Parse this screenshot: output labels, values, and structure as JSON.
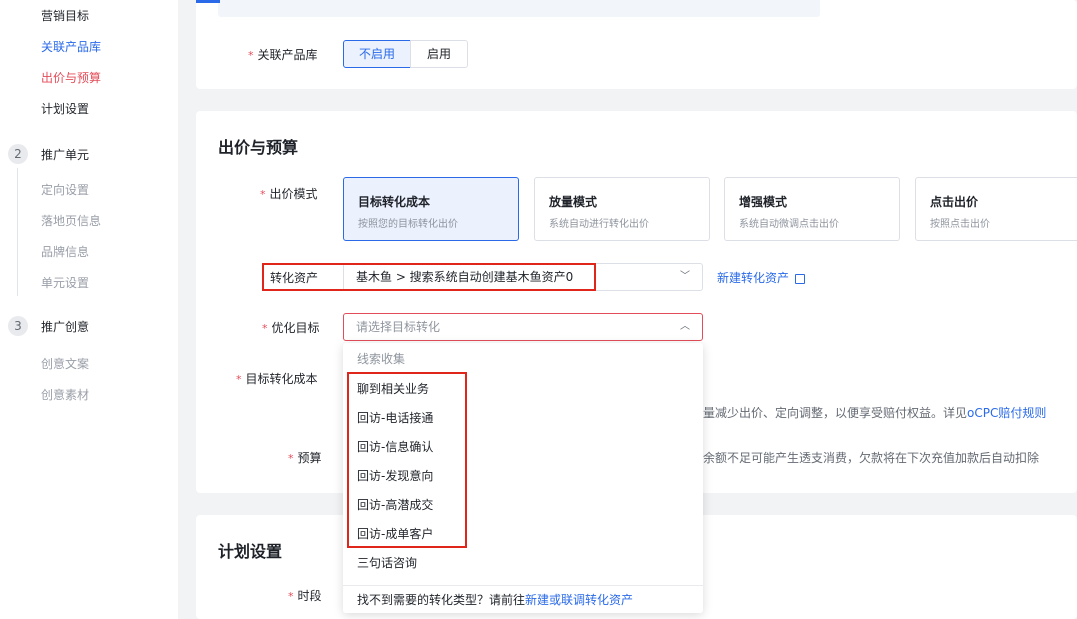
{
  "sidebar": {
    "items_top": [
      {
        "label": "营销目标",
        "state": "dark"
      },
      {
        "label": "关联产品库",
        "state": "link"
      },
      {
        "label": "出价与预算",
        "state": "active"
      },
      {
        "label": "计划设置",
        "state": "dark"
      }
    ],
    "step2": {
      "num": "2",
      "label": "推广单元",
      "items": [
        "定向设置",
        "落地页信息",
        "品牌信息",
        "单元设置"
      ]
    },
    "step3": {
      "num": "3",
      "label": "推广创意",
      "items": [
        "创意文案",
        "创意素材"
      ]
    }
  },
  "product_lib": {
    "label": "关联产品库",
    "options": [
      "不启用",
      "启用"
    ],
    "selected": "不启用"
  },
  "bid_section": {
    "title": "出价与预算",
    "bid_mode_label": "出价模式",
    "modes": [
      {
        "title": "目标转化成本",
        "desc": "按照您的目标转化出价",
        "selected": true
      },
      {
        "title": "放量模式",
        "desc": "系统自动进行转化出价",
        "selected": false
      },
      {
        "title": "增强模式",
        "desc": "系统自动微调点击出价",
        "selected": false
      },
      {
        "title": "点击出价",
        "desc": "按照点击出价",
        "selected": false
      }
    ],
    "asset_label": "转化资产",
    "asset_value": "基木鱼 > 搜索系统自动创建基木鱼资产0",
    "new_asset_link": "新建转化资产",
    "optimize_label": "优化目标",
    "optimize_placeholder": "请选择目标转化",
    "target_cost_label": "目标转化成本",
    "target_cost_hint_pre": "量减少出价、定向调整，以便享受赔付权益。详见",
    "target_cost_hint_link": "oCPC赔付规则",
    "budget_label": "预算",
    "budget_hint": "余额不足可能产生透支消费，欠款将在下次充值加款后自动扣除"
  },
  "dropdown": {
    "group": "线索收集",
    "options": [
      "聊到相关业务",
      "回访-电话接通",
      "回访-信息确认",
      "回访-发现意向",
      "回访-高潜成交",
      "回访-成单客户",
      "三句话咨询"
    ],
    "footer_text": "找不到需要的转化类型？请前往",
    "footer_link": "新建或联调转化资产"
  },
  "plan_section": {
    "title": "计划设置",
    "time_label": "时段"
  },
  "colors": {
    "accent": "#2a6ae9",
    "danger": "#e34d59",
    "annotation": "#e0261a"
  }
}
